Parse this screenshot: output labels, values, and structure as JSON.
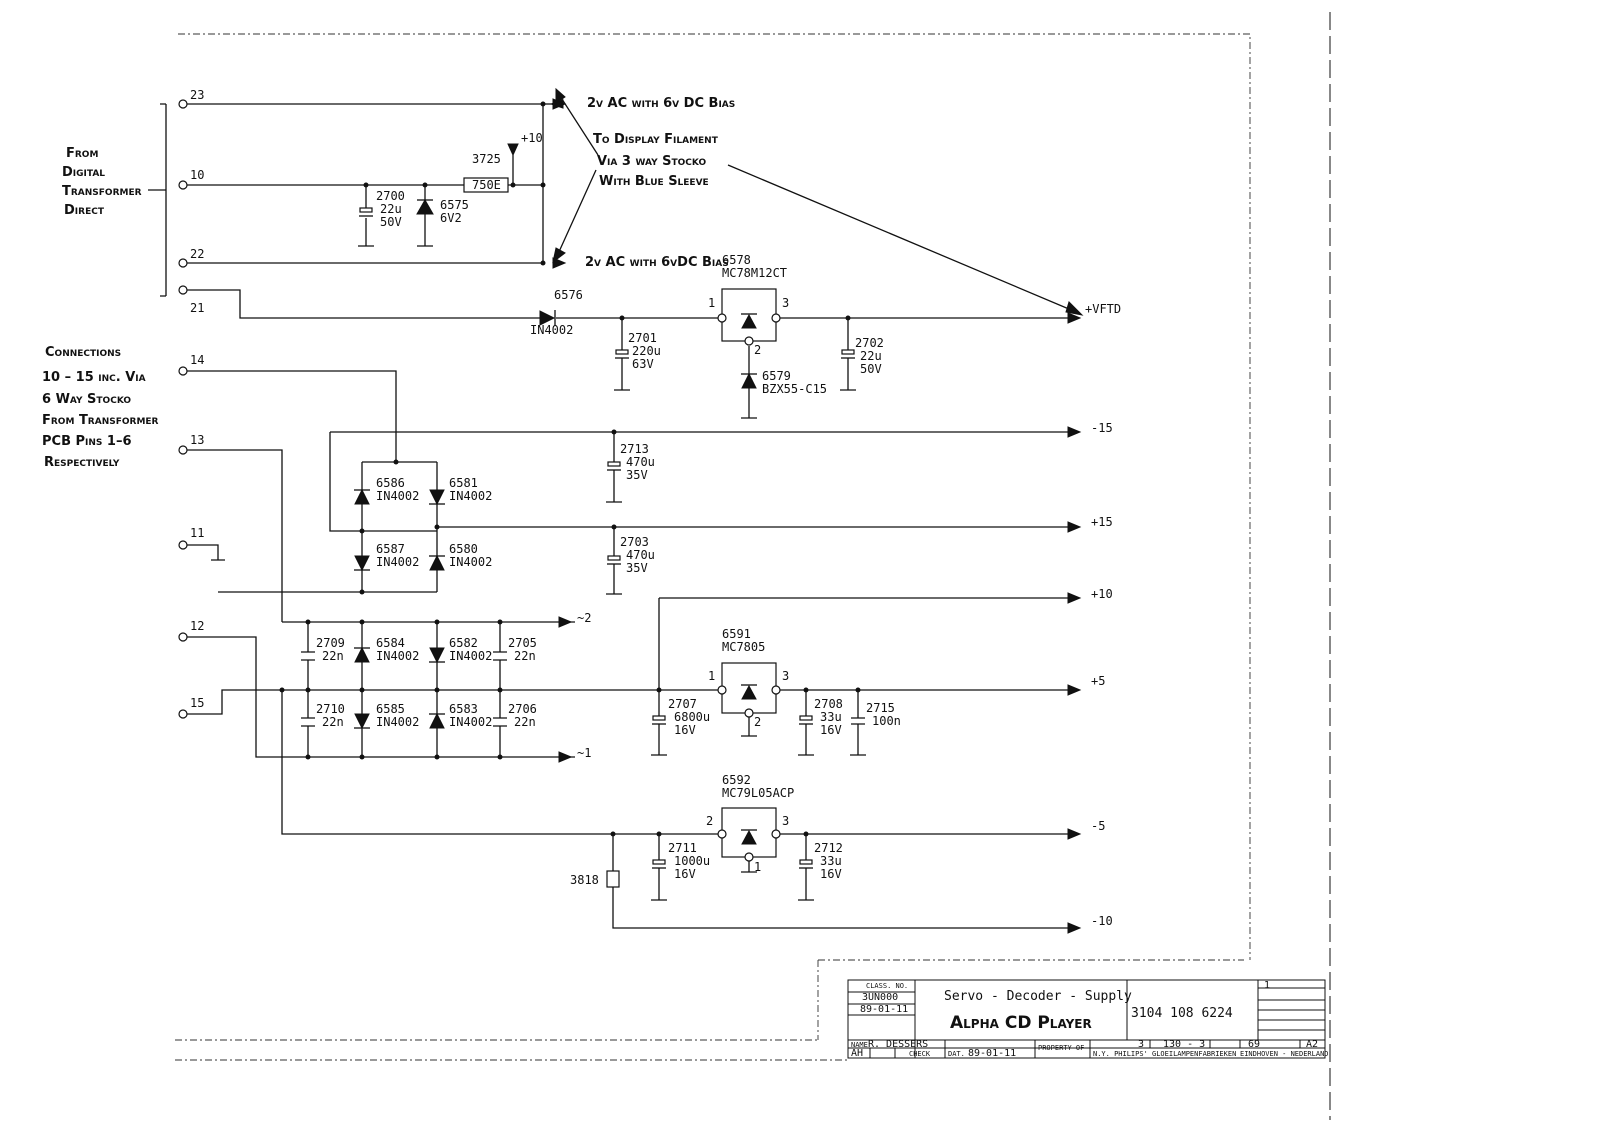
{
  "annotations": {
    "from_transformer": [
      "From",
      "Digital",
      "Transformer",
      "Direct"
    ],
    "connections": [
      "Connections",
      "10 – 15 inc. Via",
      "6 Way Stocko",
      "From Transformer",
      "PCB Pins 1–6",
      "Respectively"
    ],
    "ac_top": "2v AC with 6v DC Bias",
    "ac_bottom": "2v AC with 6vDC Bias",
    "filament": [
      "To Display Filament",
      "Via 3 way Stocko",
      "With Blue Sleeve"
    ]
  },
  "pins": {
    "p23": "23",
    "p10": "10",
    "p22": "22",
    "p21": "21",
    "p14": "14",
    "p13": "13",
    "p11": "11",
    "p12": "12",
    "p15": "15"
  },
  "rails": {
    "vftd": "+VFTD",
    "m15": "-15",
    "p15": "+15",
    "p10": "+10",
    "p5": "+5",
    "m5": "-5",
    "m10": "-10",
    "t2": "~2",
    "t1": "~1",
    "p10_top": "+10"
  },
  "components": {
    "r3725": {
      "ref": "3725",
      "value": "750E"
    },
    "c2700": {
      "ref": "2700",
      "value": "22u",
      "volt": "50V"
    },
    "d6575": {
      "ref": "6575",
      "value": "6V2"
    },
    "d6576": {
      "ref": "6576",
      "value": "IN4002"
    },
    "c2701": {
      "ref": "2701",
      "value": "220u",
      "volt": "63V"
    },
    "u6578": {
      "ref": "6578",
      "value": "MC78M12CT",
      "pin_in": "1",
      "pin_out": "3",
      "pin_gnd": "2"
    },
    "d6579": {
      "ref": "6579",
      "value": "BZX55-C15"
    },
    "c2702": {
      "ref": "2702",
      "value": "22u",
      "volt": "50V"
    },
    "c2713": {
      "ref": "2713",
      "value": "470u",
      "volt": "35V"
    },
    "c2703": {
      "ref": "2703",
      "value": "470u",
      "volt": "35V"
    },
    "d6586": {
      "ref": "6586",
      "value": "IN4002"
    },
    "d6581": {
      "ref": "6581",
      "value": "IN4002"
    },
    "d6587": {
      "ref": "6587",
      "value": "IN4002"
    },
    "d6580": {
      "ref": "6580",
      "value": "IN4002"
    },
    "c2709": {
      "ref": "2709",
      "value": "22n"
    },
    "d6584": {
      "ref": "6584",
      "value": "IN4002"
    },
    "d6582": {
      "ref": "6582",
      "value": "IN4002"
    },
    "c2705": {
      "ref": "2705",
      "value": "22n"
    },
    "c2710": {
      "ref": "2710",
      "value": "22n"
    },
    "d6585": {
      "ref": "6585",
      "value": "IN4002"
    },
    "d6583": {
      "ref": "6583",
      "value": "IN4002"
    },
    "c2706": {
      "ref": "2706",
      "value": "22n"
    },
    "u6591": {
      "ref": "6591",
      "value": "MC7805",
      "pin_in": "1",
      "pin_out": "3",
      "pin_gnd": "2"
    },
    "c2707": {
      "ref": "2707",
      "value": "6800u",
      "volt": "16V"
    },
    "c2708": {
      "ref": "2708",
      "value": "33u",
      "volt": "16V"
    },
    "c2715": {
      "ref": "2715",
      "value": "100n"
    },
    "u6592": {
      "ref": "6592",
      "value": "MC79L05ACP",
      "pin_in": "2",
      "pin_out": "3",
      "pin_gnd": "1"
    },
    "c2711": {
      "ref": "2711",
      "value": "1000u",
      "volt": "16V"
    },
    "c2712": {
      "ref": "2712",
      "value": "33u",
      "volt": "16V"
    },
    "r3818": {
      "ref": "3818"
    }
  },
  "title_block": {
    "class_label": "CLASS. NO.",
    "class_no": "3UN000",
    "date": "89-01-11",
    "subtitle": "Servo - Decoder - Supply",
    "title": "Alpha CD Player",
    "drawing_no": "3104 108 6224",
    "revision": "1",
    "name_label": "NAME",
    "drawn_by": "R. DESSERS",
    "initials": "AH",
    "checked_label": "CHECK",
    "date2": "89-01-11",
    "date_label": "DAT.",
    "sheet": "3",
    "page": "130 - 3",
    "sheet_total": "69",
    "size": "A2",
    "property_label": "PROPERTY OF",
    "company": "N.Y. PHILIPS' GLOEILAMPENFABRIEKEN",
    "location": "EINDHOVEN - NEDERLAND"
  }
}
